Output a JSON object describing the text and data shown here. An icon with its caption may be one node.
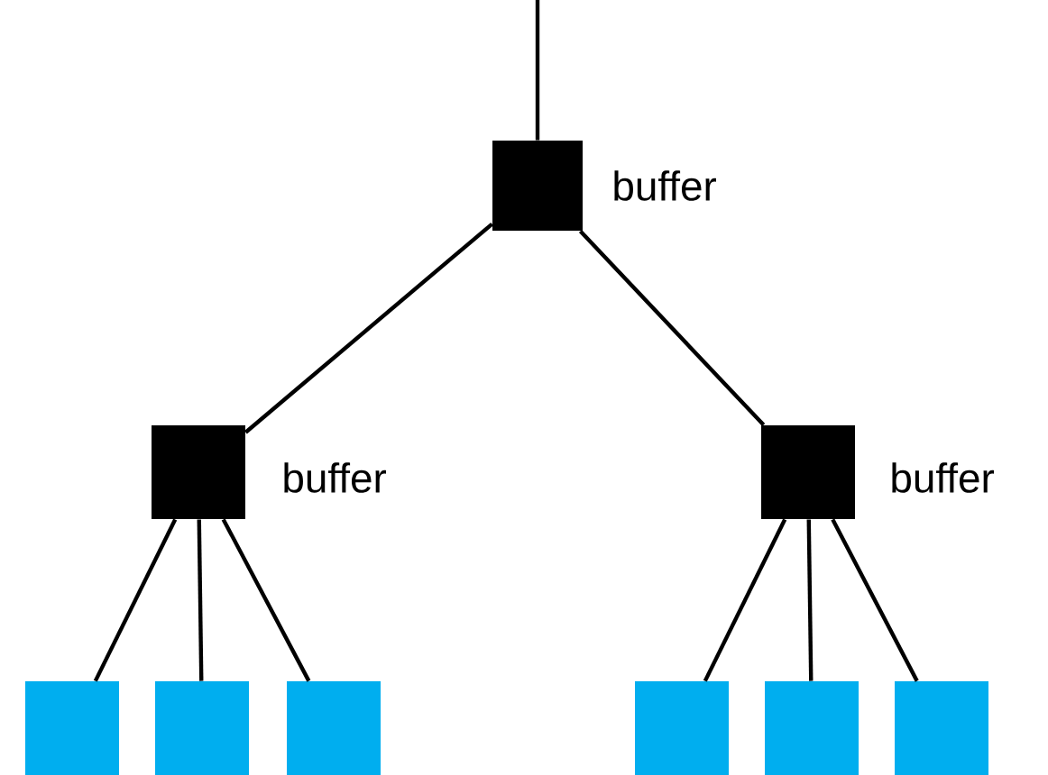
{
  "diagram": {
    "nodes": [
      {
        "text": [],
        "shape": "box",
        "beside": [
          "buffer"
        ]
      },
      {
        "text": [],
        "shape": "box",
        "beside": [
          "buffer"
        ]
      },
      {
        "text": [],
        "shape": "box",
        "beside": [
          "buffer"
        ]
      },
      {
        "text": [],
        "shape": "box"
      },
      {
        "text": [],
        "shape": "box"
      },
      {
        "text": [],
        "shape": "box"
      },
      {
        "text": [],
        "shape": "box"
      },
      {
        "text": [],
        "shape": "box"
      },
      {
        "text": [],
        "shape": "box"
      }
    ],
    "edges": [
      {
        "from": null,
        "to": 0,
        "arrow": "none"
      },
      {
        "from": 0,
        "to": 1,
        "arrow": "none"
      },
      {
        "from": 0,
        "to": 2,
        "arrow": "none"
      },
      {
        "from": 1,
        "to": 3,
        "arrow": "none"
      },
      {
        "from": 1,
        "to": 4,
        "arrow": "none"
      },
      {
        "from": 1,
        "to": 5,
        "arrow": "none"
      },
      {
        "from": 2,
        "to": 6,
        "arrow": "none"
      },
      {
        "from": 2,
        "to": 7,
        "arrow": "none"
      },
      {
        "from": 2,
        "to": 8,
        "arrow": "none"
      }
    ]
  }
}
